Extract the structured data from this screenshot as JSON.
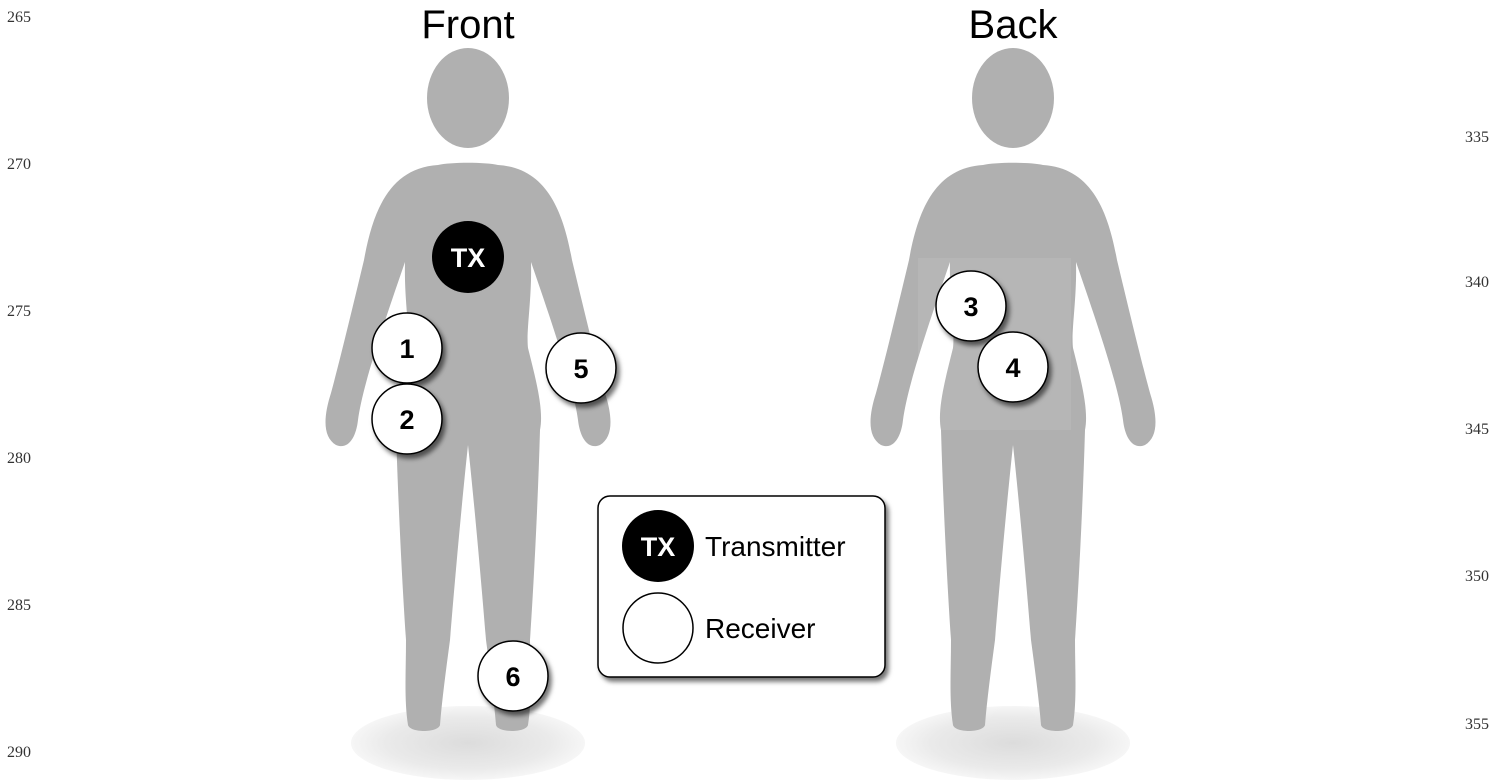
{
  "line_numbers_left": [
    "265",
    "270",
    "275",
    "280",
    "285",
    "290"
  ],
  "line_numbers_right": [
    "335",
    "340",
    "345",
    "350",
    "355"
  ],
  "views": {
    "front": {
      "title": "Front"
    },
    "back": {
      "title": "Back"
    }
  },
  "markers": {
    "transmitter": "TX",
    "receivers": [
      "1",
      "2",
      "3",
      "4",
      "5",
      "6"
    ]
  },
  "legend": {
    "transmitter_symbol": "TX",
    "transmitter_label": "Transmitter",
    "receiver_label": "Receiver"
  },
  "colors": {
    "body": "#b0b0b0",
    "transmitter_fill": "#000000",
    "receiver_fill": "#ffffff",
    "outline": "#000000"
  }
}
